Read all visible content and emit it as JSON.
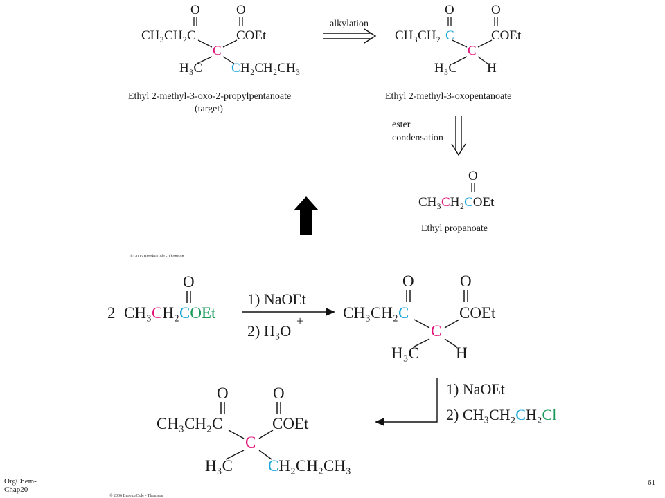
{
  "slide": {
    "footer_left_line1": "OrgChem-",
    "footer_left_line2": "Chap20",
    "page_number": "61"
  },
  "colors": {
    "text": "#1a1a1a",
    "magenta": "#e0157a",
    "cyan": "#1aa6d8",
    "green": "#1a9a5a",
    "arrow": "#111111"
  },
  "retrosynthesis": {
    "target": {
      "o_left": "O",
      "o_right": "O",
      "ketone_part": "CH₃CH₂C",
      "ester_part": "COEt",
      "alpha_c": "C",
      "methyl": "H₃C",
      "propyl_c": "C",
      "propyl_rest": "H₂CH₂CH₃",
      "name": "Ethyl 2-methyl-3-oxo-2-propylpentanoate",
      "sub": "(target)"
    },
    "arrow1_label": "alkylation",
    "intermediate": {
      "o_left": "O",
      "o_right": "O",
      "ketone_part": "CH₃CH₂",
      "carbonyl_c": "C",
      "ester_part": "COEt",
      "alpha_c": "C",
      "methyl": "H₃C",
      "h": "H",
      "name": "Ethyl 2-methyl-3-oxopentanoate"
    },
    "arrow2_label_line1": "ester",
    "arrow2_label_line2": "condensation",
    "start": {
      "o": "O",
      "ch3": "CH₃",
      "ch_magenta": "C",
      "h2": "H₂",
      "c_cyan": "C",
      "oet": "OEt",
      "name": "Ethyl propanoate"
    },
    "copyright": "© 2006 Brooks/Cole - Thomson"
  },
  "synthesis": {
    "coefficient": "2",
    "reactant": {
      "o": "O",
      "ch3": "CH₃",
      "c_magenta": "C",
      "h2": "H₂",
      "c_cyan": "C",
      "oet": "OEt"
    },
    "step1_reagent1": "1) NaOEt",
    "step1_reagent2": "2) H₃O",
    "step1_plus": "+",
    "product1": {
      "o_left": "O",
      "o_right": "O",
      "ketone_part": "CH₃CH₂",
      "carbonyl_c": "C",
      "ester_part": "COEt",
      "alpha_c": "C",
      "methyl": "H₃C",
      "h": "H"
    },
    "step2_reagent1": "1) NaOEt",
    "step2_reagent2_prefix": "2) CH₃CH₂",
    "step2_reagent2_c": "C",
    "step2_reagent2_h2": "H₂",
    "step2_reagent2_cl": "Cl",
    "product2": {
      "o_left": "O",
      "o_right": "O",
      "ketone_part": "CH₃CH₂C",
      "ester_part": "COEt",
      "alpha_c": "C",
      "methyl": "H₃C",
      "propyl_c": "C",
      "propyl_rest": "H₂CH₂CH₃"
    },
    "copyright": "© 2006 Brooks/Cole - Thomson"
  }
}
